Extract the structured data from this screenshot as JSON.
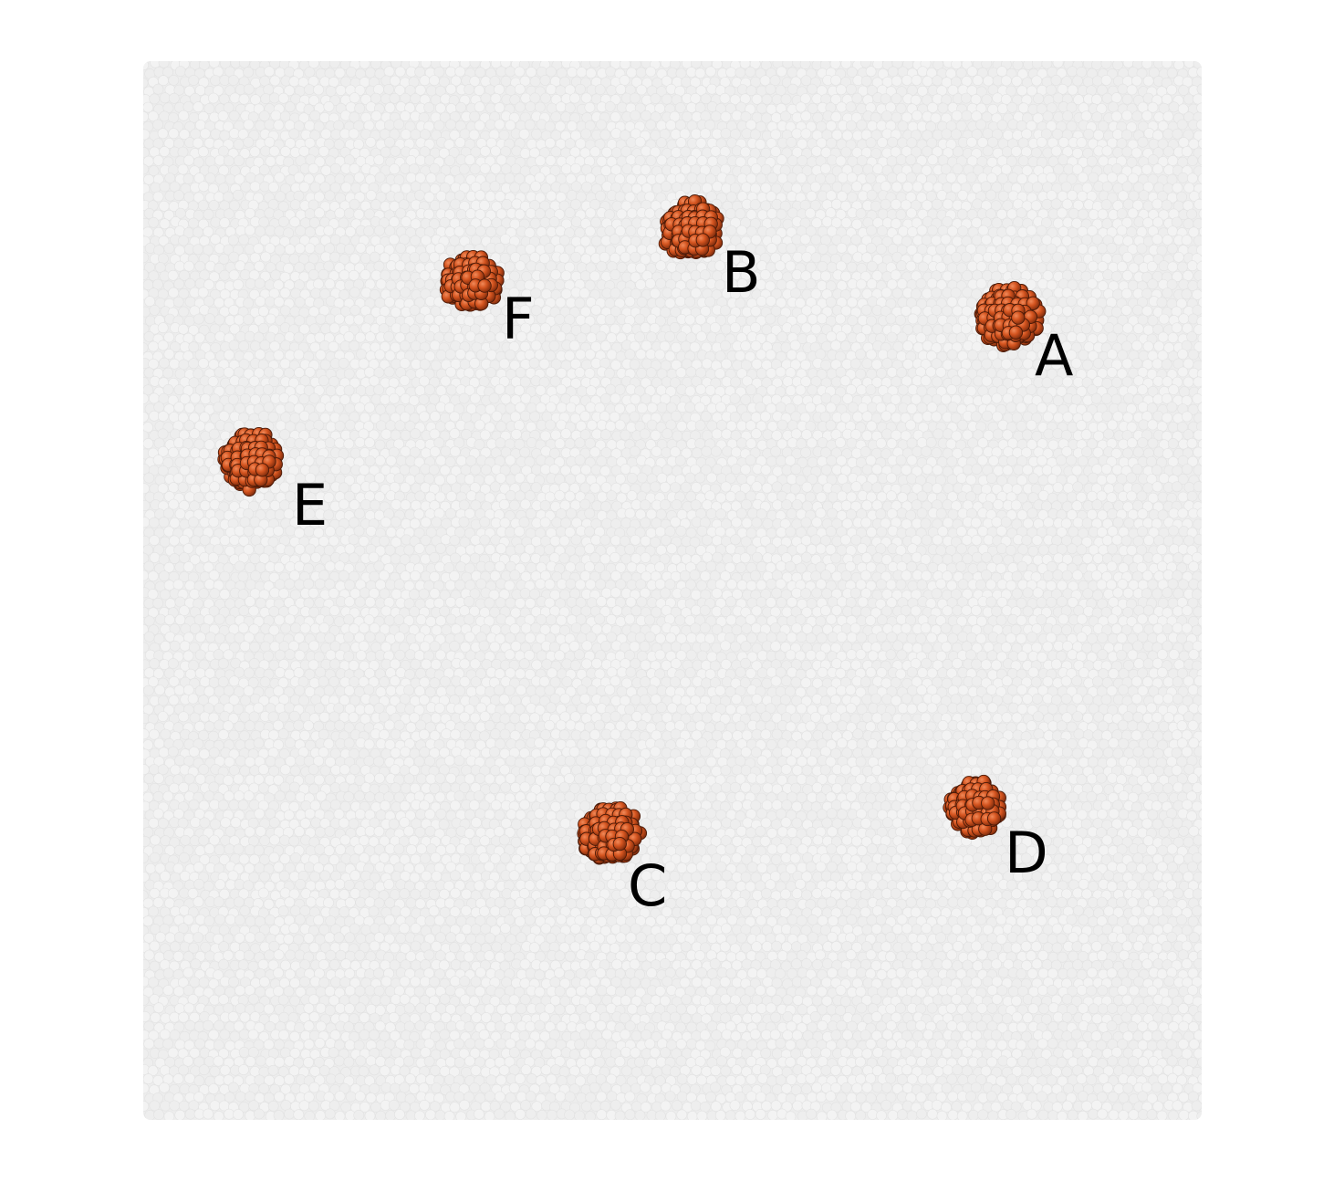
{
  "colors": {
    "background": "#ffffff",
    "slab": "#ededed",
    "slab_atom": "#f3f3f3",
    "slab_atom_shadow": "#e2e2e2",
    "cluster_atom": "#c84a1e",
    "cluster_atom_highlight": "#e86a3a",
    "cluster_atom_edge": "#4a1a08",
    "label_text": "#000000"
  },
  "clusters": [
    {
      "id": "A",
      "label": "A"
    },
    {
      "id": "B",
      "label": "B"
    },
    {
      "id": "C",
      "label": "C"
    },
    {
      "id": "D",
      "label": "D"
    },
    {
      "id": "E",
      "label": "E"
    },
    {
      "id": "F",
      "label": "F"
    }
  ]
}
